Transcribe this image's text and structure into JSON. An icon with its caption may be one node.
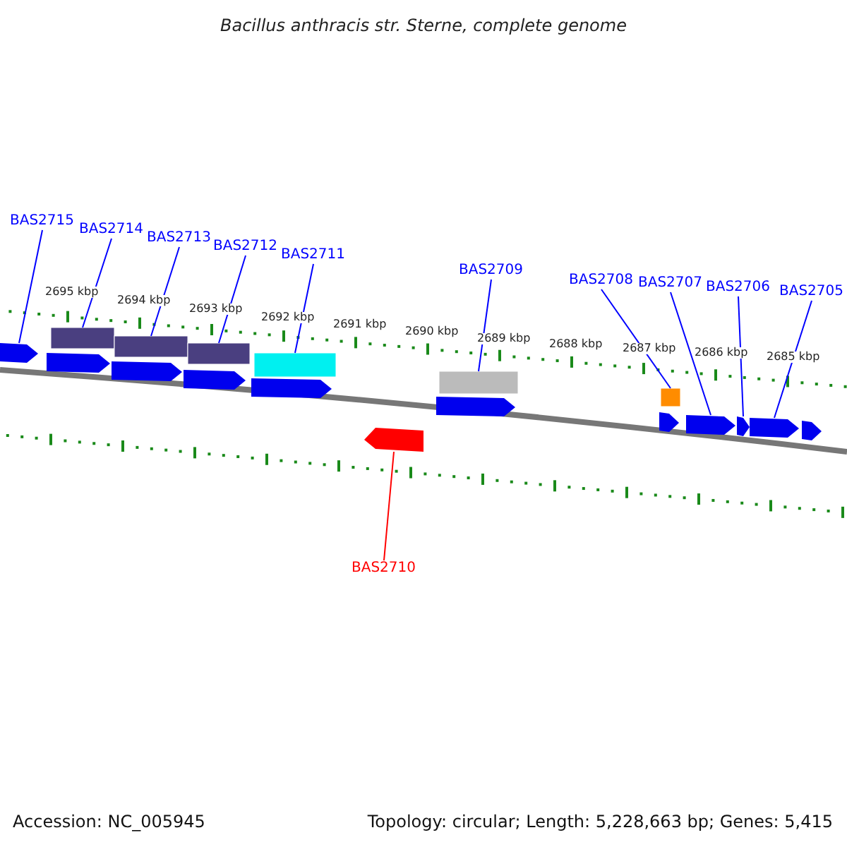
{
  "diagram": {
    "title": "Bacillus anthracis str. Sterne, complete genome",
    "nodes": [
      {
        "text": [
          "BAS2715"
        ]
      },
      {
        "text": [
          "BAS2714"
        ]
      },
      {
        "text": [
          "BAS2713"
        ]
      },
      {
        "text": [
          "BAS2712"
        ]
      },
      {
        "text": [
          "BAS2711"
        ]
      },
      {
        "text": [
          "BAS2709"
        ]
      },
      {
        "text": [
          "BAS2708"
        ]
      },
      {
        "text": [
          "BAS2707"
        ]
      },
      {
        "text": [
          "BAS2706"
        ]
      },
      {
        "text": [
          "BAS2705"
        ]
      },
      {
        "text": [
          "BAS2710"
        ]
      },
      {
        "text": [],
        "shape": "arrow"
      },
      {
        "text": [],
        "shape": "bar"
      },
      {
        "text": [],
        "shape": "bar"
      },
      {
        "text": [],
        "shape": "bar"
      },
      {
        "text": [],
        "shape": "bar"
      },
      {
        "text": [],
        "shape": "arrow"
      },
      {
        "text": [],
        "shape": "bar"
      },
      {
        "text": [],
        "shape": "bar"
      },
      {
        "text": [],
        "shape": "arrow"
      },
      {
        "text": [],
        "shape": "arrow"
      },
      {
        "text": [],
        "shape": "arrow"
      }
    ],
    "edges": [
      {
        "from": 0,
        "to": 11,
        "arrow": "none"
      },
      {
        "from": 1,
        "to": 12,
        "arrow": "none"
      },
      {
        "from": 2,
        "to": 13,
        "arrow": "none"
      },
      {
        "from": 3,
        "to": 14,
        "arrow": "none"
      },
      {
        "from": 4,
        "to": 15,
        "arrow": "none"
      },
      {
        "from": 5,
        "to": 17,
        "arrow": "none"
      },
      {
        "from": 6,
        "to": 18,
        "arrow": "none"
      },
      {
        "from": 7,
        "to": 19,
        "arrow": "none"
      },
      {
        "from": 8,
        "to": 20,
        "arrow": "none"
      },
      {
        "from": 9,
        "to": 21,
        "arrow": "none"
      },
      {
        "from": 10,
        "to": 16,
        "arrow": "none",
        "color": "#ff0000"
      }
    ],
    "labels": [
      "2695 kbp",
      "2694 kbp",
      "2693 kbp",
      "2692 kbp",
      "2691 kbp",
      "2690 kbp",
      "2689 kbp",
      "2688 kbp",
      "2687 kbp",
      "2686 kbp",
      "2685 kbp",
      "Accession: NC_005945",
      "Topology: circular; Length: 5,228,663 bp; Genes: 5,415"
    ]
  }
}
